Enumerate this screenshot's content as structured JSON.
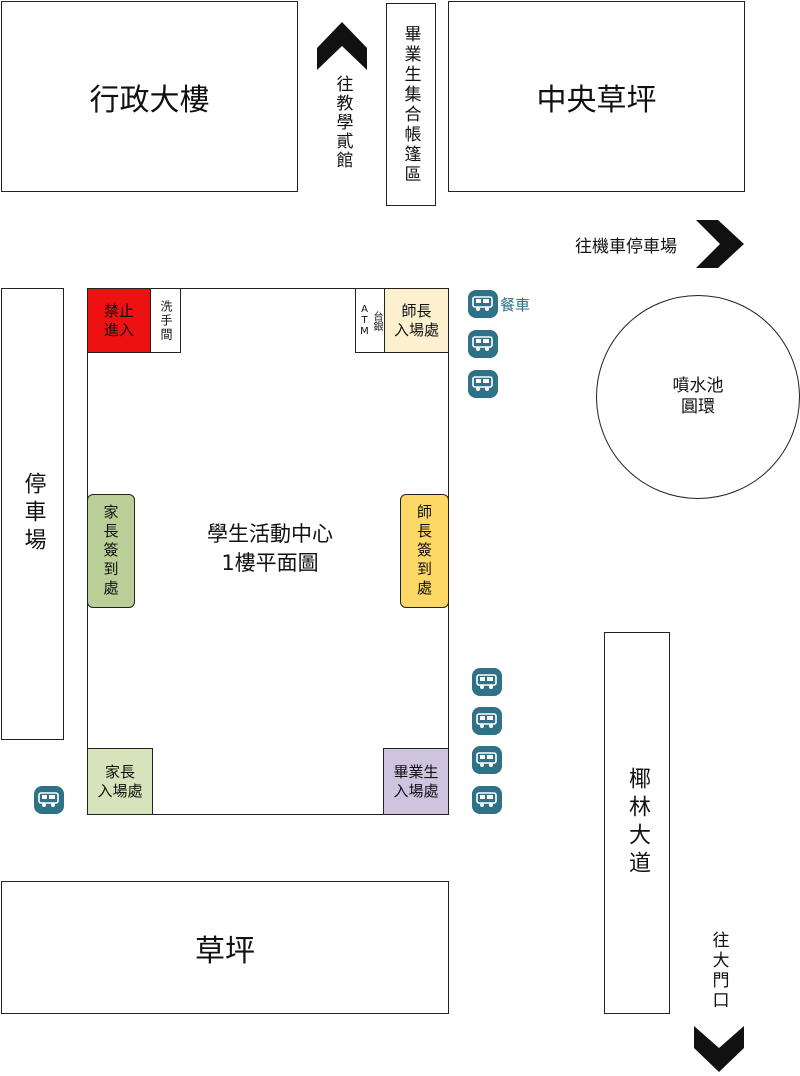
{
  "buildings": {
    "admin": "行政大樓",
    "central_lawn": "中央草坪",
    "lawn": "草坪",
    "parking": "停車場",
    "coconut_ave": "椰林大道",
    "fountain": "噴水池\n圓環"
  },
  "directions": {
    "to_classroom": "往教學貳館",
    "to_moto_parking": "往機車停車場",
    "to_main_gate": "往大門口"
  },
  "tent_area": "畢業生集合帳篷區",
  "center": {
    "title_line1": "學生活動中心",
    "title_line2": "1樓平面圖",
    "no_entry": "禁止\n進入",
    "restroom": "洗手間",
    "atm": "台銀\nATM",
    "teacher_entrance": "師長\n入場處",
    "parent_signin": "家長簽到處",
    "teacher_signin": "師長簽到處",
    "parent_entrance": "家長\n入場處",
    "graduate_entrance": "畢業生\n入場處"
  },
  "food_truck_label": "餐車",
  "colors": {
    "tent": "#e3b9b9",
    "no_entry": "#ee1111",
    "teacher_entrance": "#fdf0cf",
    "parent_signin": "#b9cf97",
    "teacher_signin": "#fdd867",
    "parent_entrance": "#d7e3bb",
    "graduate_entrance": "#cec4df",
    "food_truck": "#2f7187"
  },
  "icons": {
    "food_truck": "caravan-icon",
    "arrow": "chevron-arrow-icon"
  }
}
